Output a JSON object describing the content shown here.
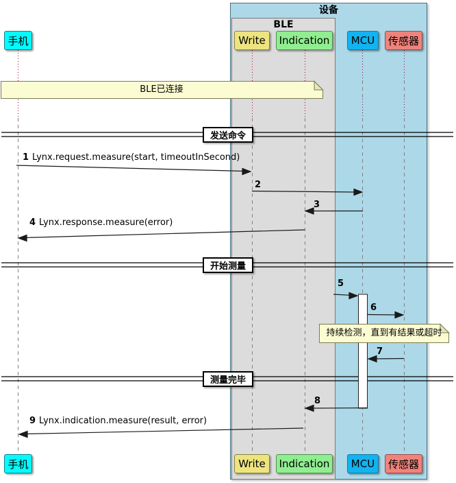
{
  "diagram": {
    "type": "uml-sequence-diagram",
    "device_group_label": "设备",
    "ble_group_label": "BLE",
    "participants": [
      {
        "id": "phone",
        "label": "手机",
        "color": "#00FDFD",
        "border": "#0E7E8A"
      },
      {
        "id": "write",
        "label": "Write",
        "color": "#EDE480",
        "border": "#85823D"
      },
      {
        "id": "indication",
        "label": "Indication",
        "color": "#90EE90",
        "border": "#4E8F50"
      },
      {
        "id": "mcu",
        "label": "MCU",
        "color": "#12B3F0",
        "border": "#16789E"
      },
      {
        "id": "sensor",
        "label": "传感器",
        "color": "#EF837C",
        "border": "#9E4742"
      }
    ],
    "dividers": [
      {
        "label": "发送命令"
      },
      {
        "label": "开始测量"
      },
      {
        "label": "测量完毕"
      }
    ],
    "notes": [
      {
        "text": "BLE已连接"
      },
      {
        "text": "持续检测，直到有结果或超时"
      }
    ],
    "messages": [
      {
        "num": "1",
        "text": "Lynx.request.measure(start, timeoutInSecond)",
        "from": "phone",
        "to": "write"
      },
      {
        "num": "2",
        "text": "",
        "from": "write",
        "to": "mcu"
      },
      {
        "num": "3",
        "text": "",
        "from": "mcu",
        "to": "indication"
      },
      {
        "num": "4",
        "text": "Lynx.response.measure(error)",
        "from": "indication",
        "to": "phone"
      },
      {
        "num": "5",
        "text": "",
        "from": "",
        "to": "mcu"
      },
      {
        "num": "6",
        "text": "",
        "from": "mcu",
        "to": "sensor"
      },
      {
        "num": "7",
        "text": "",
        "from": "sensor",
        "to": "mcu"
      },
      {
        "num": "8",
        "text": "",
        "from": "mcu",
        "to": "indication"
      },
      {
        "num": "9",
        "text": "Lynx.indication.measure(result, error)",
        "from": "indication",
        "to": "phone"
      }
    ],
    "colors": {
      "lifeline_dashed": "#808080",
      "lifeline_dotted": "#A80036",
      "arrow": "#1A1A1A",
      "note_fill": "#FCFCD3",
      "note_border": "#7A7A55",
      "note_fold": "#E6E6B8",
      "device_fill": "#ACD8E8",
      "ble_fill": "#DCDCDC",
      "activation_fill": "#FFFFFF"
    }
  }
}
